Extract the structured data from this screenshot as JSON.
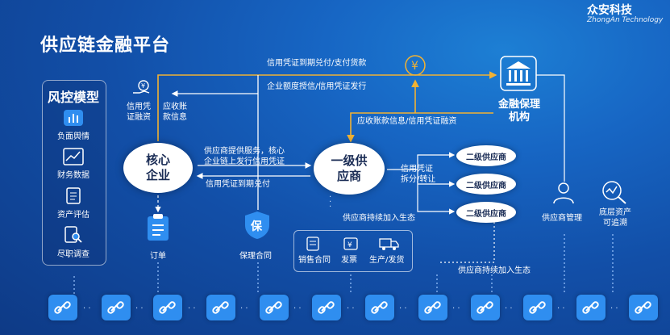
{
  "title": "供应链金融平台",
  "logo": {
    "cn": "众安科技",
    "en": "ZhongAn Technology"
  },
  "risk": {
    "title": "风控模型",
    "items": [
      {
        "icon": "chart-icon",
        "label": "负面舆情"
      },
      {
        "icon": "line-chart-icon",
        "label": "财务数据"
      },
      {
        "icon": "clipboard-icon",
        "label": "资产评估"
      },
      {
        "icon": "magnify-document-icon",
        "label": "尽职调查"
      }
    ]
  },
  "nodes": {
    "core": [
      "核心",
      "企业"
    ],
    "sup1": [
      "一级供",
      "应商"
    ],
    "sup2": [
      "二级供应商",
      "二级供应商",
      "二级供应商"
    ],
    "bank": [
      "金融保理",
      "机构"
    ]
  },
  "labels": {
    "l1": "信用凭证到期兑付/支付货款",
    "l2": "企业额度授信/信用凭证发行",
    "l3": "应收账款信息/信用凭证融资",
    "l4a": "供应商提供服务，核心",
    "l4b": "企业链上发行信用凭证",
    "l5": "信用凭证到期兑付",
    "l6a": "信用凭",
    "l6b": "证融资",
    "l7a": "应收账",
    "l7b": "款信息",
    "l8a": "信用凭证",
    "l8b": "拆分/转让",
    "l9": "供应商持续加入生态",
    "l10": "供应商持续加入生态",
    "order": "订单",
    "guarantee": "保理合同",
    "guarantee_glyph": "保",
    "sales": "销售合同",
    "invoice": "发票",
    "prod": "生产/发货",
    "supmgr": "供应商管理",
    "trace_a": "底层资产",
    "trace_b": "可追溯",
    "yen": "¥",
    "dots": "· ·",
    "dots3": "···"
  },
  "colors": {
    "accent": "#f2b233",
    "link": "#2f8ef0",
    "line": "#ffffff"
  }
}
